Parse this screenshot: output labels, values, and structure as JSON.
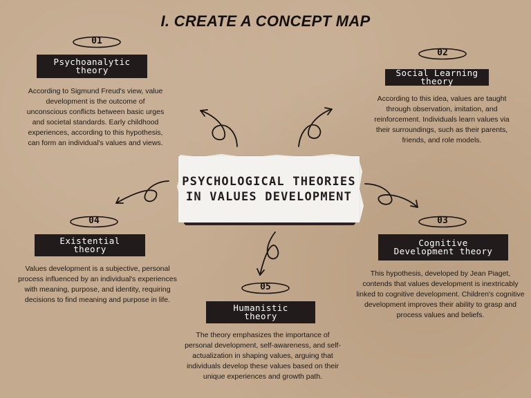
{
  "title": "I. CREATE A CONCEPT MAP",
  "center": {
    "text": "PSYCHOLOGICAL THEORIES IN VALUES DEVELOPMENT"
  },
  "theories": [
    {
      "number": "01",
      "label": "Psychoanalytic\ntheory",
      "description": "According to Sigmund Freud's view, value development is the outcome of unconscious conflicts between basic urges and societal standards. Early childhood experiences, according to this hypothesis, can form an individual's values and views."
    },
    {
      "number": "02",
      "label": "Social Learning\ntheory",
      "description": "According to this idea, values are taught through observation, imitation, and reinforcement. Individuals learn values via their surroundings, such as their parents, friends, and role models."
    },
    {
      "number": "03",
      "label": "Cognitive\nDevelopment theory",
      "description": "This hypothesis, developed by Jean Piaget, contends that values development is inextricably linked to cognitive development. Children's cognitive development improves their ability to grasp and process values and beliefs."
    },
    {
      "number": "04",
      "label": "Existential\ntheory",
      "description": "Values development is a subjective, personal process influenced by an individual's experiences with meaning, purpose, and identity, requiring decisions to find meaning and purpose in life."
    },
    {
      "number": "05",
      "label": "Humanistic\ntheory",
      "description": "The theory emphasizes the importance of personal development, self-awareness, and self-actualization in shaping values, arguing that individuals develop these values based on their unique experiences and growth path."
    }
  ]
}
